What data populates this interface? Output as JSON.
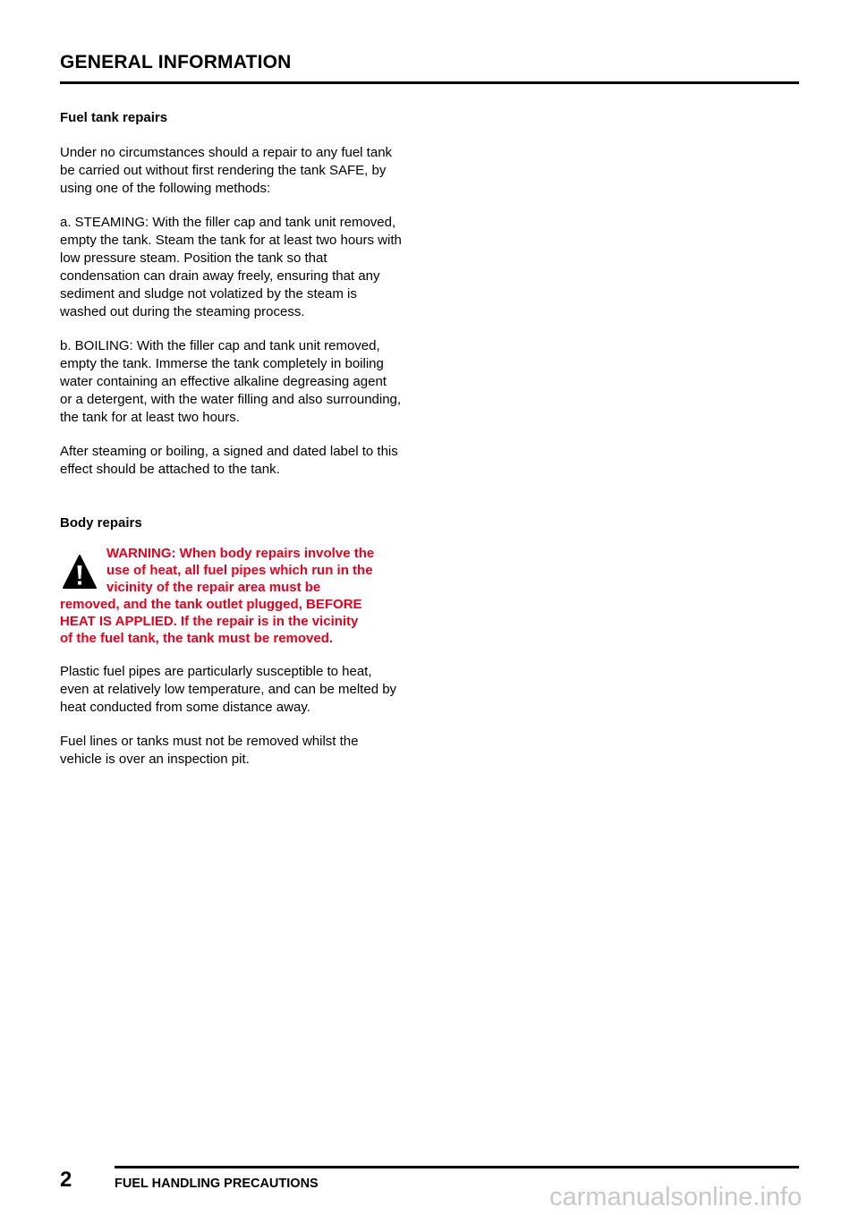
{
  "header": {
    "title": "GENERAL INFORMATION"
  },
  "sections": {
    "fuel_tank": {
      "heading": "Fuel tank repairs",
      "intro": "Under no circumstances should a repair to any fuel tank be carried out without first rendering the tank SAFE, by using one of the following methods:",
      "steaming": "a. STEAMING: With the filler cap and tank unit removed, empty the tank. Steam the tank for at least two hours with low pressure steam. Position the tank so that condensation can drain away freely, ensuring that any sediment and sludge not volatized by the steam is washed out during the steaming process.",
      "boiling": "b. BOILING: With the filler cap and tank unit removed, empty the tank. Immerse the tank completely in boiling water containing an effective alkaline degreasing agent or a detergent, with the water filling and also surrounding, the tank for at least two hours.",
      "label_note": "After steaming or boiling, a signed and dated label to this effect should be attached to the tank."
    },
    "body": {
      "heading": "Body repairs",
      "warning_lines": [
        "WARNING: When body repairs involve the",
        "use of heat, all fuel pipes which run in the",
        "vicinity of the repair area must be",
        "removed, and the tank outlet plugged, BEFORE",
        "HEAT IS APPLIED. If the repair is in the vicinity",
        "of the fuel tank, the tank must be removed."
      ],
      "plastic_pipes": "Plastic fuel pipes are particularly susceptible to heat, even at relatively low temperature, and can be melted by heat conducted from some distance away.",
      "inspection_pit": "Fuel lines or tanks must not be removed whilst the vehicle is over an inspection pit."
    }
  },
  "footer": {
    "page_number": "2",
    "title": "FUEL HANDLING PRECAUTIONS"
  },
  "watermark": "carmanualsonline.info",
  "colors": {
    "warning": "#e8001c",
    "watermark": "#c8c8c8"
  },
  "icons": {
    "warning": "warning-triangle-icon"
  }
}
